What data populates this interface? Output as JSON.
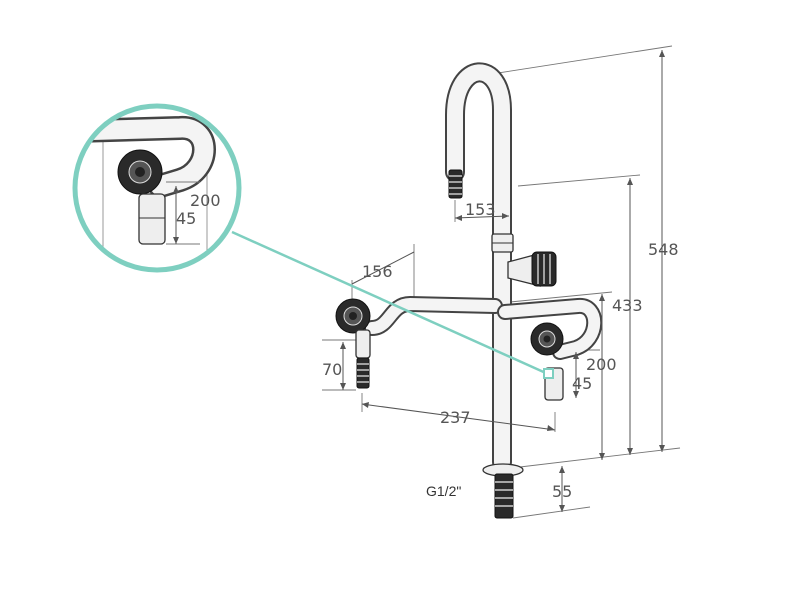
{
  "diagram": {
    "accent_color": "#7ecfc0",
    "dimensions": {
      "total_height": "548",
      "arm_height": "433",
      "right_arm_height": "200",
      "right_outlet_drop": "45",
      "spout_reach": "153",
      "left_outlet_offset": "156",
      "left_outlet_drop": "70",
      "arm_span": "237",
      "base_thread_length": "55"
    },
    "inset": {
      "dimension_200": "200",
      "dimension_45": "45"
    },
    "thread_label": "G1/2\""
  }
}
